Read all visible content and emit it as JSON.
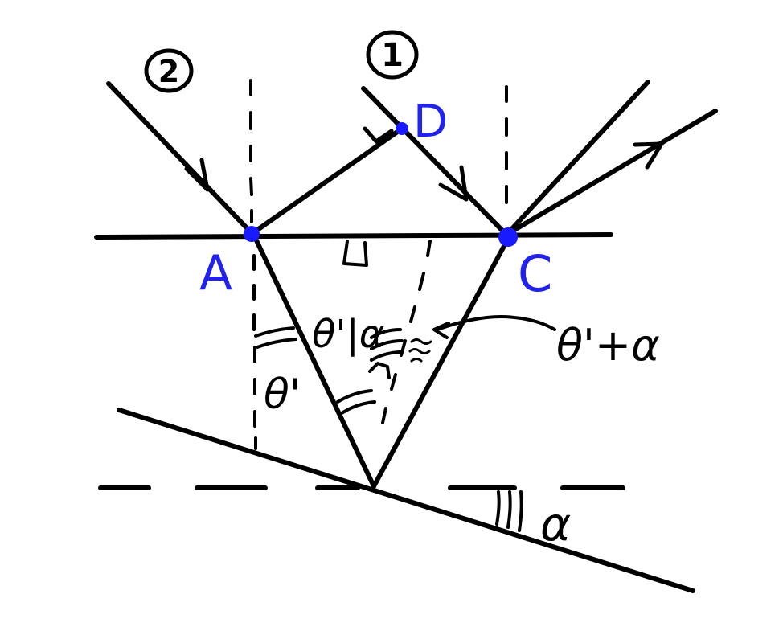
{
  "labels": {
    "ray_2": "2",
    "ray_1": "1",
    "point_a": "A",
    "point_c": "C",
    "point_d": "D",
    "theta_prime_left": "θ'",
    "theta_prime_alpha": "θ'|α",
    "theta_prime_plus_alpha": "θ'+α",
    "alpha": "α"
  },
  "colors": {
    "ink": "#000000",
    "points": "#1a1aff",
    "point_labels": "#2222ee",
    "background": "#ffffff"
  },
  "icons": {
    "arrowhead": "arrowhead-icon",
    "right_angle": "right-angle-icon"
  }
}
